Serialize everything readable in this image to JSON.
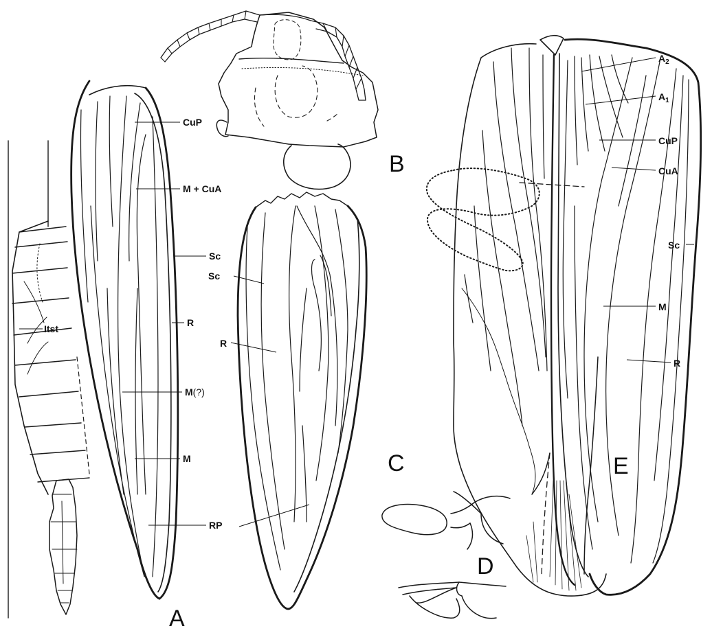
{
  "panels": {
    "A": "A",
    "B": "B",
    "C": "C",
    "D": "D",
    "E": "E"
  },
  "labels_A": {
    "itst": "Itst",
    "cup": "CuP",
    "m_cua": "M + CuA",
    "sc": "Sc",
    "r": "R",
    "m_q": "M",
    "m_q_suffix": "(?)",
    "m": "M",
    "rp": "RP"
  },
  "labels_E": {
    "a2_base": "A",
    "a2_sub": "2",
    "a1_base": "A",
    "a1_sub": "1",
    "cup": "CuP",
    "cua": "CuA",
    "sc": "Sc",
    "m": "M",
    "r": "R"
  }
}
